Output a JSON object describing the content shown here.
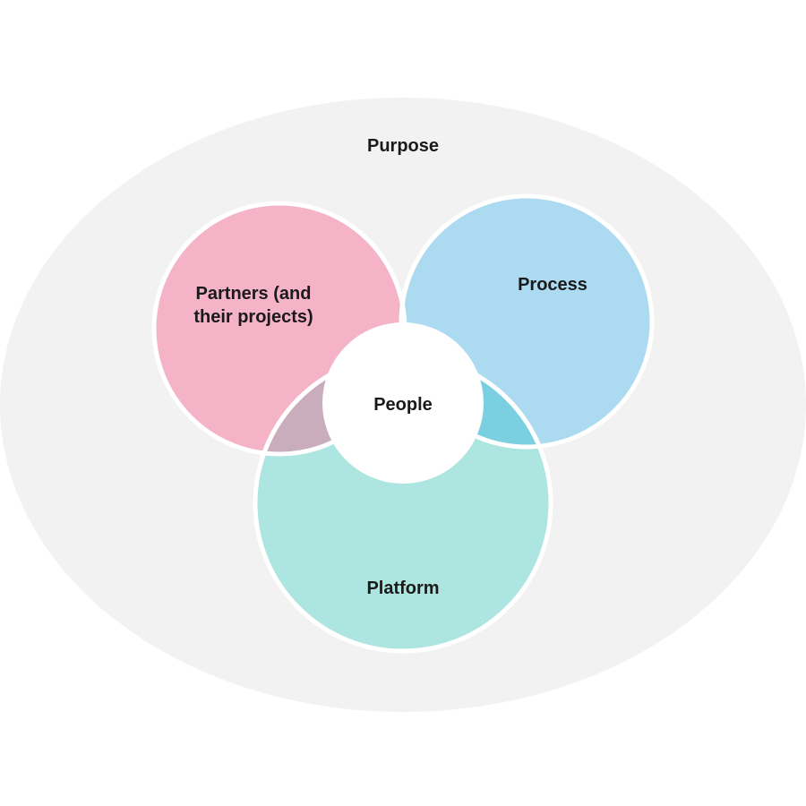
{
  "diagram": {
    "outer_label": "Purpose",
    "circles": {
      "partners": {
        "label_line1": "Partners (and",
        "label_line2": "their projects)"
      },
      "process": {
        "label": "Process"
      },
      "platform": {
        "label": "Platform"
      },
      "people": {
        "label": "People"
      }
    }
  },
  "colors": {
    "outer_ellipse": "#f2f2f2",
    "partners": "#f5b3c8",
    "process": "#acdaf0",
    "platform": "#ade5e0",
    "partners_process_overlap": "#c4a4c6",
    "partners_platform_overlap": "#c9adbc",
    "process_platform_overlap": "#7ad0e0",
    "people": "#ffffff",
    "stroke": "#ffffff"
  }
}
